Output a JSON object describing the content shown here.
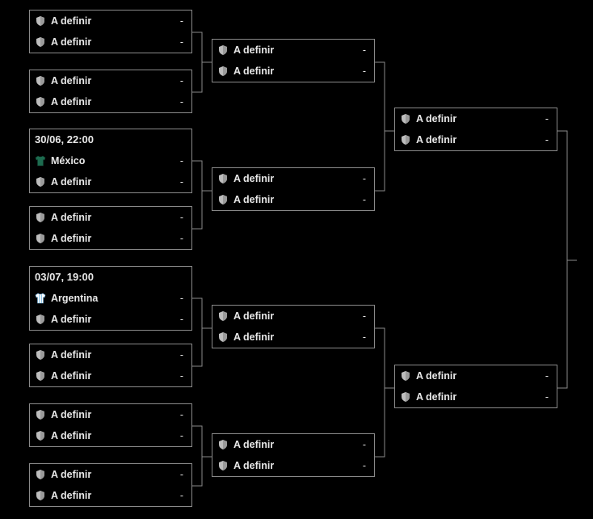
{
  "placeholder_team": "A definir",
  "placeholder_score": "-",
  "rounds": [
    {
      "name": "round-of-16",
      "matches": [
        {
          "date": "",
          "teams": [
            {
              "name": "A definir",
              "score": "-",
              "icon": "shield-icon"
            },
            {
              "name": "A definir",
              "score": "-",
              "icon": "shield-icon"
            }
          ]
        },
        {
          "date": "",
          "teams": [
            {
              "name": "A definir",
              "score": "-",
              "icon": "shield-icon"
            },
            {
              "name": "A definir",
              "score": "-",
              "icon": "shield-icon"
            }
          ]
        },
        {
          "date": "30/06, 22:00",
          "teams": [
            {
              "name": "México",
              "score": "-",
              "icon": "jersey-mexico-icon"
            },
            {
              "name": "A definir",
              "score": "-",
              "icon": "shield-icon"
            }
          ]
        },
        {
          "date": "",
          "teams": [
            {
              "name": "A definir",
              "score": "-",
              "icon": "shield-icon"
            },
            {
              "name": "A definir",
              "score": "-",
              "icon": "shield-icon"
            }
          ]
        },
        {
          "date": "03/07, 19:00",
          "teams": [
            {
              "name": "Argentina",
              "score": "-",
              "icon": "jersey-argentina-icon"
            },
            {
              "name": "A definir",
              "score": "-",
              "icon": "shield-icon"
            }
          ]
        },
        {
          "date": "",
          "teams": [
            {
              "name": "A definir",
              "score": "-",
              "icon": "shield-icon"
            },
            {
              "name": "A definir",
              "score": "-",
              "icon": "shield-icon"
            }
          ]
        },
        {
          "date": "",
          "teams": [
            {
              "name": "A definir",
              "score": "-",
              "icon": "shield-icon"
            },
            {
              "name": "A definir",
              "score": "-",
              "icon": "shield-icon"
            }
          ]
        },
        {
          "date": "",
          "teams": [
            {
              "name": "A definir",
              "score": "-",
              "icon": "shield-icon"
            },
            {
              "name": "A definir",
              "score": "-",
              "icon": "shield-icon"
            }
          ]
        }
      ]
    },
    {
      "name": "quarter-finals",
      "matches": [
        {
          "date": "",
          "teams": [
            {
              "name": "A definir",
              "score": "-",
              "icon": "shield-icon"
            },
            {
              "name": "A definir",
              "score": "-",
              "icon": "shield-icon"
            }
          ]
        },
        {
          "date": "",
          "teams": [
            {
              "name": "A definir",
              "score": "-",
              "icon": "shield-icon"
            },
            {
              "name": "A definir",
              "score": "-",
              "icon": "shield-icon"
            }
          ]
        },
        {
          "date": "",
          "teams": [
            {
              "name": "A definir",
              "score": "-",
              "icon": "shield-icon"
            },
            {
              "name": "A definir",
              "score": "-",
              "icon": "shield-icon"
            }
          ]
        },
        {
          "date": "",
          "teams": [
            {
              "name": "A definir",
              "score": "-",
              "icon": "shield-icon"
            },
            {
              "name": "A definir",
              "score": "-",
              "icon": "shield-icon"
            }
          ]
        }
      ]
    },
    {
      "name": "semi-finals",
      "matches": [
        {
          "date": "",
          "teams": [
            {
              "name": "A definir",
              "score": "-",
              "icon": "shield-icon"
            },
            {
              "name": "A definir",
              "score": "-",
              "icon": "shield-icon"
            }
          ]
        },
        {
          "date": "",
          "teams": [
            {
              "name": "A definir",
              "score": "-",
              "icon": "shield-icon"
            },
            {
              "name": "A definir",
              "score": "-",
              "icon": "shield-icon"
            }
          ]
        }
      ]
    }
  ],
  "colors": {
    "border": "#8a8a8a",
    "text": "#e8e8e8",
    "background": "#000000",
    "mexico": "#1d6b4f",
    "argentina": "#8ec5e8"
  }
}
